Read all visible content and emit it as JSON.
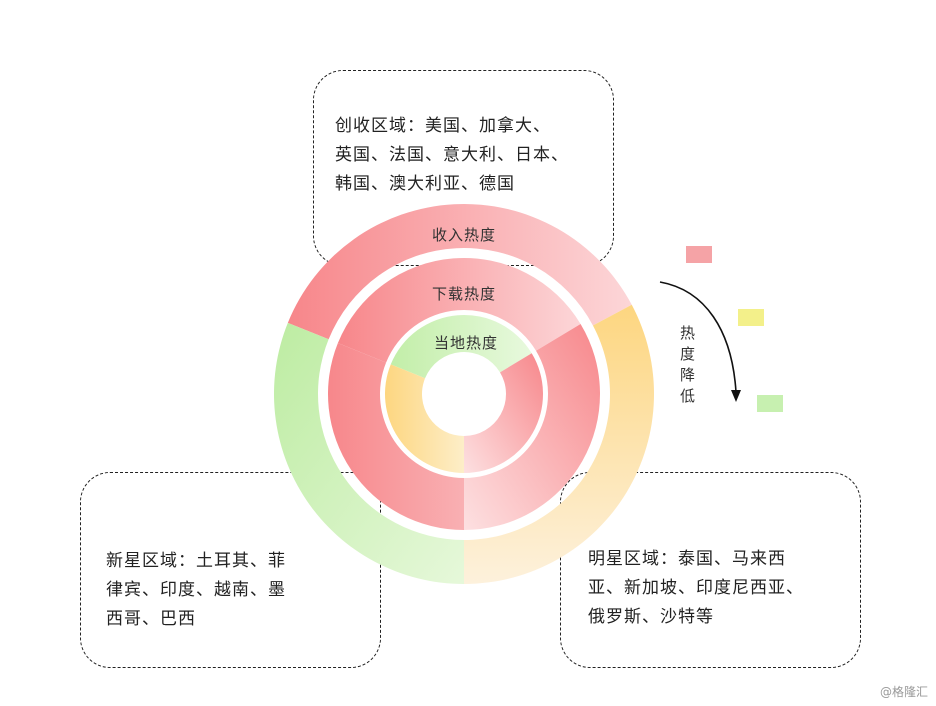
{
  "regions": {
    "revenue": {
      "text": "创收区域：美国、加拿大、英国、法国、意大利、日本、韩国、澳大利亚、德国",
      "lines": [
        "创收区域：美国、加拿大、",
        "英国、法国、意大利、日本、",
        "韩国、澳大利亚、德国"
      ]
    },
    "emerging": {
      "text": "新星区域：土耳其、菲律宾、印度、越南、墨西哥、巴西",
      "lines": [
        "新星区域：土耳其、菲",
        "律宾、印度、越南、墨",
        "西哥、巴西"
      ]
    },
    "star": {
      "text": "明星区域：泰国、马来西亚、新加坡、印度尼西亚、俄罗斯、沙特等",
      "lines": [
        "明星区域：泰国、马来西",
        "亚、新加坡、印度尼西亚、",
        "俄罗斯、沙特等"
      ]
    }
  },
  "rings": {
    "outer_label": "收入热度",
    "middle_label": "下载热度",
    "inner_label": "当地热度"
  },
  "legend": {
    "arrow_text": "热度降低",
    "colors": {
      "high": "#f5a3a6",
      "medium": "#f3f08a",
      "low": "#c7f0b0"
    }
  },
  "colors": {
    "red": "#f7888c",
    "red_light": "#fcd3d5",
    "green": "#c2eea8",
    "green_light": "#e3f7d6",
    "yellow": "#fdd98a",
    "yellow_light": "#fdf0d6"
  },
  "watermark": "@格隆汇"
}
